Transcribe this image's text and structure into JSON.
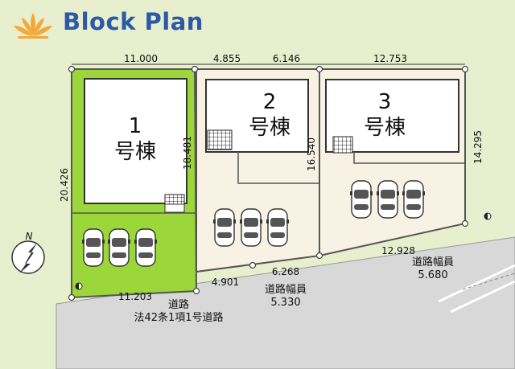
{
  "header": {
    "title": "Block Plan"
  },
  "lots": [
    {
      "number": "1",
      "label": "号棟"
    },
    {
      "number": "2",
      "label": "号棟"
    },
    {
      "number": "3",
      "label": "号棟"
    }
  ],
  "dimensions": {
    "lot1_top": "11.000",
    "lot2_top_left": "4.855",
    "lot2_top_right": "6.146",
    "lot3_top": "12.753",
    "lot1_left": "20.426",
    "lot1_house_right": "18.481",
    "lot2_right": "16.540",
    "lot3_right": "14.295",
    "lot1_bottom": "11.203",
    "lot2_bottom_left": "4.901",
    "lot2_bottom_right": "6.268",
    "lot3_bottom": "12.928"
  },
  "roads": {
    "main_name": "道路",
    "main_law": "法42条1項1号道路",
    "width_label": "道路幅員",
    "width_1": "5.330",
    "width_2": "5.680"
  },
  "compass": {
    "label": "N"
  },
  "colors": {
    "background": "#e8efcf",
    "lot1_fill": "#9bd63a",
    "lot_fill": "#f7f2e4",
    "house_fill": "#ffffff",
    "road_fill": "#d8d8d8",
    "title": "#2d5aa6",
    "logo": "#f2a93a"
  }
}
